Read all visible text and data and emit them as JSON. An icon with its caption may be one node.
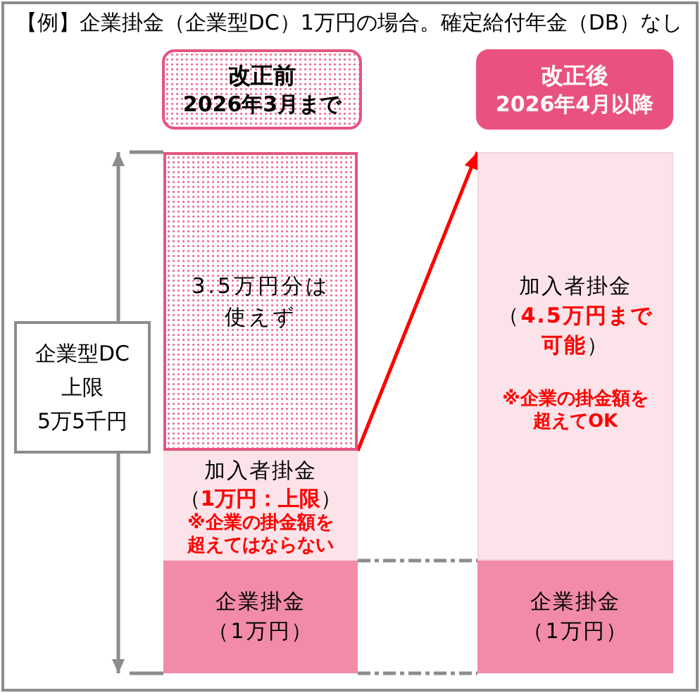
{
  "diagram": {
    "title": "【例】企業掛金（企業型DC）1万円の場合。確定給付年金（DB）なし",
    "nodes": [
      {
        "text": [
          "改正前",
          "2026年3月まで"
        ]
      },
      {
        "text": [
          "改正後",
          "2026年4月以降"
        ]
      },
      {
        "text": [
          "企業型DC",
          "上限",
          "5万5千円"
        ]
      },
      {
        "text": [
          "3.5万円分は使えず"
        ]
      },
      {
        "text": [
          "加入者掛金",
          "（**1万円：上限**）",
          "※企業の掛金額を超えてはならない"
        ]
      },
      {
        "text": [
          "企業掛金",
          "（1万円）"
        ]
      },
      {
        "text": [
          "加入者掛金",
          "（**4.5万円まで可能**）",
          "※企業の掛金額を超えてOK"
        ]
      },
      {
        "text": [
          "企業掛金",
          "（1万円）"
        ]
      }
    ],
    "edges": [
      {
        "from": 4,
        "to": 6,
        "arrow": "to",
        "color": "#ff0000"
      },
      {
        "from": 5,
        "to": 7,
        "arrow": "none",
        "style": "dashed"
      },
      {
        "from": 5,
        "to": 7,
        "arrow": "none",
        "style": "dashed"
      }
    ]
  }
}
